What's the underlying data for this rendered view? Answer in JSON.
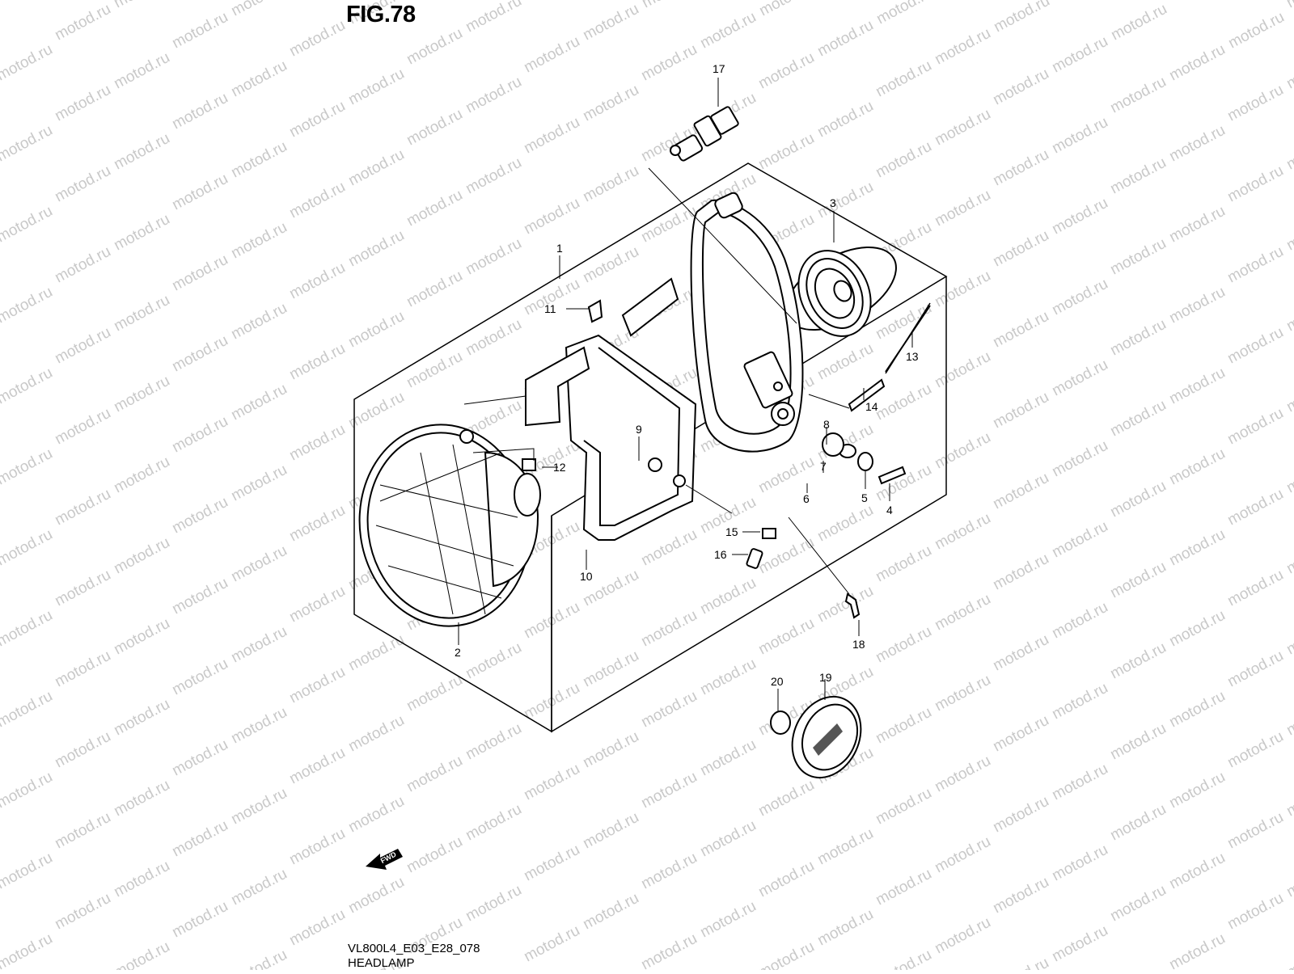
{
  "figure_title": "FIG.78",
  "diagram_code": "VL800L4_E03_E28_078",
  "diagram_name": "HEADLAMP",
  "watermark_text": "motod.ru",
  "fwd_label": "FWD",
  "callouts": [
    "1",
    "2",
    "3",
    "4",
    "5",
    "6",
    "7",
    "8",
    "9",
    "10",
    "11",
    "12",
    "13",
    "14",
    "15",
    "16",
    "17",
    "18",
    "19",
    "20"
  ]
}
